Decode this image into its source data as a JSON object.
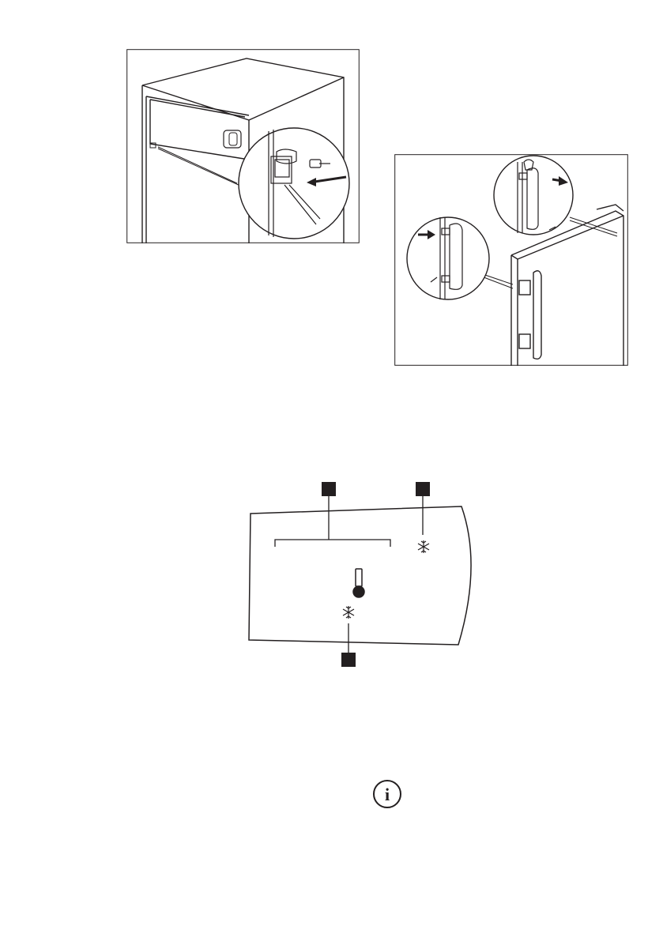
{
  "figures": {
    "cabinet_detail": {
      "icon": "latch-install-illustration"
    },
    "door_hinge_detail": {
      "icon": "hinge-install-illustration"
    },
    "control_panel": {
      "icons": [
        "snowflake-icon",
        "thermometer-icon",
        "snowflake-icon"
      ],
      "callouts": [
        "",
        "",
        ""
      ]
    },
    "info": {
      "icon": "info-icon",
      "glyph": "i"
    }
  },
  "colors": {
    "ink": "#231f20",
    "background": "#ffffff"
  }
}
